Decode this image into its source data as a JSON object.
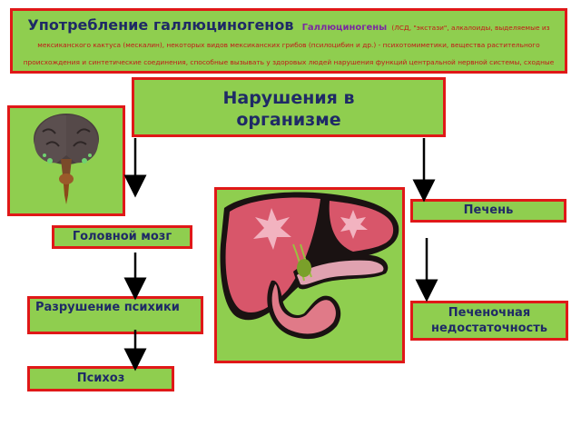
{
  "title": {
    "main": "Употребление галлюциногенов",
    "sub": "Галлюциногены",
    "desc": "(ЛСД, \"экстази\", алкалоиды, выделяемые из мексиканского кактуса (мескалин), некоторых видов мексиканских грибов (псилоцибин и др.) - психотомиметики, вещества растительного происхождения и синтетические соединения, способные вызывать у здоровых людей нарушения функций центральной нервной системы, сходные с психозами, в частности галлюцинации."
  },
  "center": {
    "line1": "Нарушения в",
    "line2": "организме"
  },
  "nodes": {
    "liver": "Печень",
    "brain": "Головной мозг",
    "psyche": "Разрушение психики",
    "liver_failure": "Печеночная недостаточность",
    "psychosis": "Психоз"
  },
  "images": {
    "brain": "brain-icon",
    "liver": "liver-pancreas-icon"
  },
  "colors": {
    "box_fill": "#8fce4f",
    "box_border": "#e01818",
    "heading_text": "#1f2a66",
    "desc_text": "#c21818"
  }
}
